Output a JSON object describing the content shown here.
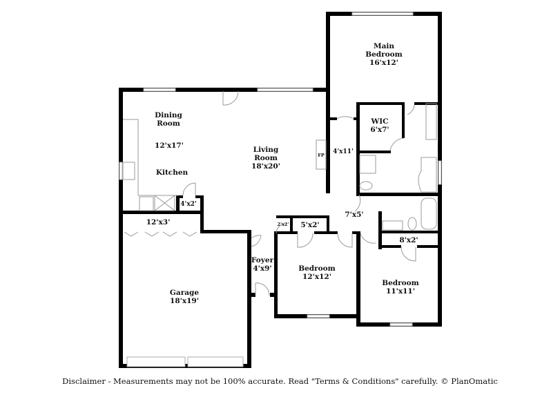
{
  "rooms": {
    "main_bedroom": {
      "name": "Main Bedroom",
      "name_l1": "Main",
      "name_l2": "Bedroom",
      "size": "16'x12'"
    },
    "wic": {
      "name": "WIC",
      "size": "6'x7'"
    },
    "hall": {
      "size": "4'x11'"
    },
    "fireplace": {
      "label": "FP"
    },
    "dining": {
      "name_l1": "Dining",
      "name_l2": "Room",
      "size": "12'x17'"
    },
    "kitchen": {
      "name": "Kitchen"
    },
    "living": {
      "name_l1": "Living",
      "name_l2": "Room",
      "size": "18'x20'"
    },
    "pantry": {
      "size": "4'x2'"
    },
    "laundry": {
      "size": "12'x3'"
    },
    "hallway": {
      "size": "7'x5'"
    },
    "closet_small": {
      "size": "2'x2'"
    },
    "closet_5x2": {
      "size": "5'x2'"
    },
    "closet_8x2": {
      "size": "8'x2'"
    },
    "foyer": {
      "name": "Foyer",
      "size": "4'x9'"
    },
    "garage": {
      "name": "Garage",
      "size": "18'x19'"
    },
    "bedroom_2": {
      "name": "Bedroom",
      "size": "12'x12'"
    },
    "bedroom_3": {
      "name": "Bedroom",
      "size": "11'x11'"
    }
  },
  "disclaimer": "Disclaimer - Measurements may not be 100% accurate. Read \"Terms & Conditions\" carefully. © PlanOmatic",
  "colors": {
    "wall": "#000000",
    "window": "#c8c8c8",
    "fixture": "#999999"
  }
}
